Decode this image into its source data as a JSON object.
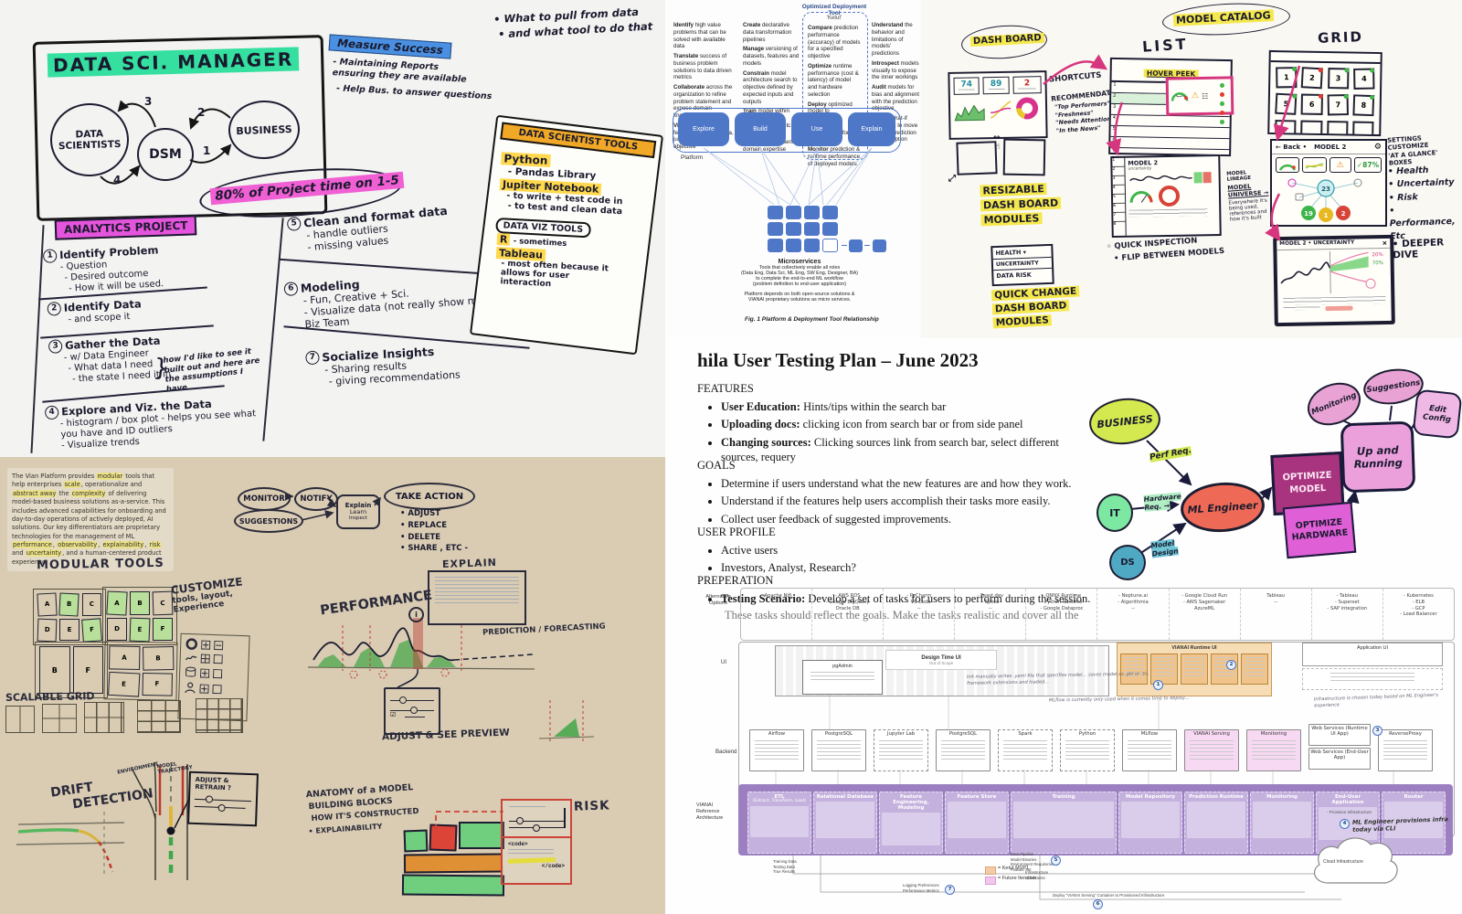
{
  "colors": {
    "accent_pink": "#d6367e",
    "hl_yellow": "#f5e84e",
    "hl_green": "#35dfa0",
    "hl_blue": "#4a90e2",
    "hl_magenta": "#e554dc",
    "btn_blue": "#4f77c8",
    "purple_band": "#9b7fc0",
    "ok_green": "#41b649",
    "alert_red": "#e23b2e",
    "ketut_orange": "#f5cba7",
    "future_pink": "#f2c7ee"
  },
  "tl": {
    "title": "DATA SCI. MANAGER",
    "nodes": {
      "ds": "DATA SCIENTISTS",
      "dsm": "DSM",
      "biz": "BUSINESS",
      "n1": "1",
      "n2": "2",
      "n3": "3",
      "n4": "4"
    },
    "measure": {
      "title": "Measure Success",
      "b1": "- Maintaining Reports ensuring they are available",
      "b2": "- Help Bus. to answer questions"
    },
    "bullets": {
      "b1": "• What to pull from data",
      "b2": "• and what tool to do that"
    },
    "banner": "80% of Project time on 1-5",
    "ap": {
      "title": "ANALYTICS PROJECT",
      "items": [
        {
          "n": "1",
          "t": "Identify Problem",
          "s": [
            "- Question",
            "- Desired outcome",
            "- How it will be used."
          ]
        },
        {
          "n": "2",
          "t": "Identify Data",
          "s": [
            "- and scope it"
          ]
        },
        {
          "n": "3",
          "t": "Gather the Data",
          "s": [
            "- w/ Data Engineer",
            "- What data I need",
            "- the state I need it in"
          ]
        },
        {
          "n": "4",
          "t": "Explore and Viz. the Data",
          "s": [
            "- histogram / box plot - helps you see what you have and ID outliers",
            "- Visualize trends"
          ]
        }
      ],
      "brace": "}",
      "note": "how I'd like to see it built out and here are the assumptions I have"
    },
    "steps": [
      {
        "n": "5",
        "t": "Clean and format data",
        "s": [
          "- handle outliers",
          "- missing values"
        ]
      },
      {
        "n": "6",
        "t": "Modeling",
        "s": [
          "- Fun, Creative + Sci.",
          "- Visualize data (not really show model) for Biz Team"
        ]
      },
      {
        "n": "7",
        "t": "Socialize Insights",
        "s": [
          "- Sharing results",
          "- giving recommendations"
        ]
      }
    ],
    "tools": {
      "title": "DATA SCIENTIST TOOLS",
      "python": "Python",
      "python_s": "- Pandas Library",
      "jupiter": "Jupiter Notebook",
      "jupiter_s1": "- to write + test code in",
      "jupiter_s2": "- to test and clean data",
      "viz": "DATA VIZ TOOLS",
      "r": "R",
      "r_s": "- sometimes",
      "tableau": "Tableau",
      "tableau_s": "- most often because it allows for user interaction"
    }
  },
  "tr": {
    "doc": {
      "title": "Optimized Deployment Tool",
      "ketut": "'Ketut'",
      "col1": [
        [
          "Identify",
          " high value problems that can be solved with available data"
        ],
        [
          "Translate",
          " success of business problem solutions to data driven metrics"
        ],
        [
          "Collaborate",
          " across the organization to refine problem statement and expose domain knowledge"
        ],
        [
          "Visualize",
          " influential features within the data, juxtaposed with target objective"
        ]
      ],
      "col2": [
        [
          "Create",
          " declarative data transformation pipelines"
        ],
        [
          "Manage",
          " versioning of datasets, features and models"
        ],
        [
          "Constrain",
          " model architecture search to objective defined by expected inputs and outputs"
        ],
        [
          "Train",
          " model within optimal training runtime (Spark, etc.)"
        ],
        [
          "Refine",
          " model iteratively, considering domain expertise"
        ]
      ],
      "col3": [
        [
          "Compare",
          " prediction performance (accuracy) of models for a specified objective"
        ],
        [
          "Optimize",
          " runtime performance (cost & latency) of model and hardware selection"
        ],
        [
          "Deploy",
          " optimized model to automatically provisioned infrastructure for serving"
        ],
        [
          "Monitor",
          " prediction & runtime performance of deployed models"
        ]
      ],
      "col4": [
        [
          "Understand",
          " the behavior and limitations of models' predictions"
        ],
        [
          "Introspect",
          " models visually to expose the inner workings"
        ],
        [
          "Audit",
          " models for bias and alignment with the prediction objective"
        ],
        [
          "Define",
          " what-if scenarios to move beyond prediction to prescription"
        ]
      ],
      "buttons": [
        "Explore",
        "Build",
        "Use",
        "Explain"
      ],
      "platform": "Platform",
      "micro": {
        "title": "Microservices",
        "l1": "Tools that collectively enable all roles",
        "l2": "(Data Eng, Data Sci, ML Eng, SW Eng, Designer, BA)",
        "l3": "to complete the end-to-end ML workflow",
        "l4": "(problem definition to end-user application)",
        "p1": "Platform depends on both open-source solutions &",
        "p2": "VIANAI proprietary solutions as micro services."
      },
      "caption": "Fig. 1 Platform & Deployment Tool Relationship"
    },
    "sk": {
      "dashboard": "DASH BOARD",
      "stats": [
        "74",
        "89",
        "2"
      ],
      "shortcuts": "SHORTCUTS",
      "recs": "RECOMMENDATIONS?",
      "recs_list": [
        "\"Top Performers\"",
        "\"Freshness\"",
        "\"Needs Attention\"",
        "\"In the News\""
      ],
      "resizable": [
        "RESIZABLE",
        "DASH BOARD",
        "MODULES"
      ],
      "dropdown": [
        "HEALTH ▾",
        "UNCERTAINTY",
        "DATA RISK"
      ],
      "quick_change": [
        "QUICK CHANGE",
        "DASH BOARD",
        "MODULES"
      ],
      "list": "LIST",
      "hover": "HOVER PEEK",
      "rows": [
        "1",
        "2",
        "3",
        "4",
        "5",
        "6",
        "7"
      ],
      "model_tag": "MODEL",
      "model2a": "MODEL 2",
      "uncert_small": "uncertainty",
      "rows8": [
        "1",
        "2",
        "3",
        "4",
        "5",
        "6",
        "7",
        "8"
      ],
      "quick_inspection": "◦ QUICK INSPECTION",
      "flip": "• FLIP BETWEEN MODELS",
      "catalog": "MODEL CATALOG",
      "grid": "GRID",
      "cells": [
        "1",
        "2",
        "3",
        "4",
        "5",
        "6",
        "7",
        "8"
      ],
      "statuses": [
        "g",
        "r",
        "g",
        "g",
        "g",
        "r",
        "g",
        "g"
      ],
      "back": "← Back •",
      "model2b": "MODEL 2",
      "gear": "⚙",
      "warn": "⚠",
      "pct": "✓87%",
      "net": {
        "c": "23",
        "a": "19",
        "b": "1",
        "d": "2"
      },
      "settings": [
        "SETTINGS",
        "CUSTOMIZE",
        "'AT A GLANCE' BOXES"
      ],
      "glance": [
        "• Health",
        "• Uncertainty",
        "• Risk",
        "• Performance, Etc"
      ],
      "lineage": {
        "l1": "MODEL LINEAGE",
        "l2": "MODEL UNIVERSE →",
        "l3": "Everywhere it's being used, references and how it's built"
      },
      "unc": {
        "title": "MODEL 2 • UNCERTAINTY",
        "close": "×",
        "p20": "20%",
        "p70": "70%"
      },
      "deeper": "• DEEPER DIVE"
    }
  },
  "mr": {
    "title": "hila User Testing Plan – June 2023",
    "s1": "FEATURES",
    "features": [
      {
        "b": "User Education:",
        "t": " Hints/tips within the search bar"
      },
      {
        "b": "Uploading docs:",
        "t": " clicking icon from search bar or from side panel"
      },
      {
        "b": "Changing sources:",
        "t": " Clicking sources link from search bar, select different sources, requery"
      }
    ],
    "s2": "GOALS",
    "goals": [
      "Determine if users understand what the new features are and how they work.",
      "Understand if the features help users accomplish their tasks more easily.",
      "Collect user feedback of suggested improvements."
    ],
    "s3": "USER PROFILE",
    "profile": [
      "Active users",
      "Investors, Analyst, Research?"
    ],
    "s4": "PREPERATION",
    "prep_b": "Testing Scenario:",
    "prep_t": " Develop a set of tasks for users to perform during the session.",
    "prep_cont": "These tasks should reflect the goals. Make the tasks realistic and cover all the",
    "dg": {
      "business": "BUSINESS",
      "it": "IT",
      "ds": "DS",
      "mle": "ML Engineer",
      "perf": "Perf Req.",
      "hw": "Hardware Req. →",
      "md": "Model Design",
      "opt_model": "OPTIMIZE MODEL",
      "opt_hw": "OPTIMIZE HARDWARE",
      "upr": "Up and Running",
      "mon": "Monitoring",
      "sug": "Suggestions",
      "edit": "Edit Config"
    }
  },
  "bl": {
    "para_segments": [
      {
        "t": "The Vian Platform provides ",
        "h": 0
      },
      {
        "t": "modular",
        "h": 1
      },
      {
        "t": " tools that help enterprises ",
        "h": 0
      },
      {
        "t": "scale",
        "h": 1
      },
      {
        "t": ", operationalize and ",
        "h": 0
      },
      {
        "t": "abstract away",
        "h": 1
      },
      {
        "t": " the ",
        "h": 0
      },
      {
        "t": "complexity",
        "h": 1
      },
      {
        "t": " of delivering model-based business solutions as-a-service. This includes advanced capabilities for onboarding and day-to-day operations of actively deployed, AI solutions. Our key differentiators are proprietary technologies for the management of ML ",
        "h": 0
      },
      {
        "t": "performance",
        "h": 1
      },
      {
        "t": ", ",
        "h": 0
      },
      {
        "t": "observability",
        "h": 1
      },
      {
        "t": ", ",
        "h": 0
      },
      {
        "t": "explainability",
        "h": 1
      },
      {
        "t": ", ",
        "h": 0
      },
      {
        "t": "risk",
        "h": 1
      },
      {
        "t": " and ",
        "h": 0
      },
      {
        "t": "uncertainty",
        "h": 1
      },
      {
        "t": ", and a human-centered product experience.",
        "h": 0
      }
    ],
    "flow": {
      "monitor": "MONITOR",
      "notify": "NOTIFY",
      "suggestions": "SUGGESTIONS",
      "box": [
        "Explain",
        "Learn",
        "Inspect"
      ],
      "take": "TAKE ACTION",
      "acts": [
        "• ADJUST",
        "• REPLACE",
        "• DELETE",
        "• SHARE , ETC -"
      ]
    },
    "modular": "MODULAR TOOLS",
    "g1": [
      "A",
      "B",
      "C",
      "D",
      "E",
      "F"
    ],
    "g2": [
      "A",
      "B",
      "C",
      "D",
      "E",
      "F"
    ],
    "g3": [
      "B",
      "F"
    ],
    "g4": [
      "A",
      "B",
      "E",
      "F"
    ],
    "customize": [
      "CUSTOMIZE",
      "tools, layout,",
      "Experience"
    ],
    "scalable": "SCALABLE GRID",
    "performance": "PERFORMANCE",
    "explain": "EXPLAIN",
    "info": "i",
    "prediction": "PREDICTION / FORECASTING",
    "adjust_preview": "ADJUST & SEE PREVIEW",
    "drift": [
      "DRIFT",
      "DETECTION"
    ],
    "env": "ENVIRONMENT",
    "traj": "MODEL TRAJECTORY",
    "retrain": "ADJUST & RETRAIN ?",
    "anatomy": [
      "ANATOMY of a MODEL",
      "BUILDING BLOCKS",
      "HOW IT'S CONSTRUCTED",
      "• EXPLAINABILITY"
    ],
    "risk": "RISK",
    "code1": "<code>",
    "code2": "</code>"
  },
  "br": {
    "alt_label": "Alternative Options",
    "alts": [
      "- Apache Nifi\n--",
      "- AWS RDS\n- Google BigQuery\nOracle DB\n--",
      "- PyCharm\n- VS Code\n--",
      "- Feast.dev\n- Splice\n--",
      "- ONNX Runtime\n- Python Runtime\n- Google Dataproc",
      "- Neptune.ai\n- Algorithmia\n--",
      "- Google Cloud Run\n- AWS Sagemaker\nAzureML",
      "Tableau\n--",
      "- Tableau\n- Superset\n- SAP integration",
      "- Kubernetes\n- ELB\n- GCP\n- Load Balancer"
    ],
    "ui_label": "UI",
    "design_time": "Design Time UI",
    "oos": "Out of Scope",
    "pgadmin": "pgAdmin",
    "vianai_ui": "VIANAI Runtime UI",
    "app_ui": "Application UI",
    "backend_label": "Backend",
    "backend": [
      "Airflow",
      "PostgreSQL",
      "Jupyter Lab",
      "PostgreSQL",
      "Spark",
      "Python",
      "MLflow",
      "VIANAI Serving",
      "Monitoring",
      "Web Services (Runtime UI App)",
      "ReverseProxy"
    ],
    "web2": "Web Services (End-User App)",
    "ref_label": "VIANAI Reference Architecture",
    "stages": [
      {
        "t": "ETL",
        "s": "(Extract, Transform, Load)"
      },
      {
        "t": "Relational Database",
        "s": ""
      },
      {
        "t": "Feature Engineering, Modeling",
        "s": ""
      },
      {
        "t": "Feature Store",
        "s": ""
      },
      {
        "t": "Training",
        "s": ""
      },
      {
        "t": "Model Repository",
        "s": ""
      },
      {
        "t": "Prediction Runtime",
        "s": ""
      },
      {
        "t": "Monitoring",
        "s": ""
      },
      {
        "t": "End-User Application",
        "s": ""
      },
      {
        "t": "Router",
        "s": ""
      }
    ],
    "legend1": "= Ketut MVP1",
    "legend2": "= Future Iteration",
    "cloud": "Cloud Infrastructure",
    "notes": {
      "train": "Training Data\nTesting Data\nTrue Results",
      "pipeline": "Data Pipeline\nModel Binaries\nEnvironment Requirements\nFeature Set",
      "infra": "Infrastructure\nConstraints",
      "logging": "Logging Preferences\nPerformance Metrics",
      "deploy": "Deploy \"VIANAI Serving\" Container to Provisioned Infrastructure",
      "provision": "- Provision Infrastructure",
      "cli": "ML Engineer provisions infra today via CLI",
      "ann1": "Init manually writes .yaml file that specifies model… saves model as .pkl or .tri, framework extensions and loaded…",
      "ann2": "MLflow is currently only used when it comes time to deploy…",
      "ann3": "Infrastructure is chosen today based on ML Engineer's experience"
    },
    "nums": {
      "n3": "3",
      "n4": "4",
      "n5": "5",
      "n6": "6",
      "n7": "7"
    }
  }
}
